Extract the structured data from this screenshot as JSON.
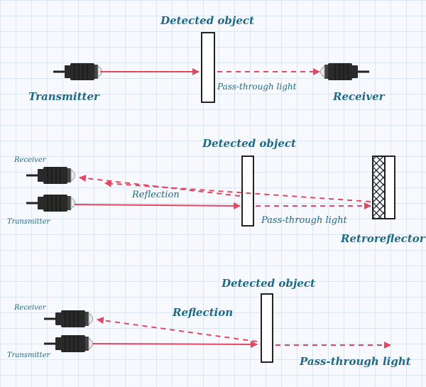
{
  "colors": {
    "beam": "#e2485f",
    "label": "#1f6b86",
    "sensor_body": "#2a2a2a",
    "outline": "#222222"
  },
  "diagram1": {
    "detected_object": "Detected object",
    "transmitter": "Transmitter",
    "receiver": "Receiver",
    "pass_through": "Pass-through light"
  },
  "diagram2": {
    "detected_object": "Detected object",
    "receiver": "Receiver",
    "transmitter": "Transmitter",
    "reflection": "Reflection",
    "pass_through": "Pass-through light",
    "retroreflector": "Retroreflector"
  },
  "diagram3": {
    "detected_object": "Detected object",
    "receiver": "Receiver",
    "transmitter": "Transmitter",
    "reflection": "Reflection",
    "pass_through": "Pass-through light"
  }
}
